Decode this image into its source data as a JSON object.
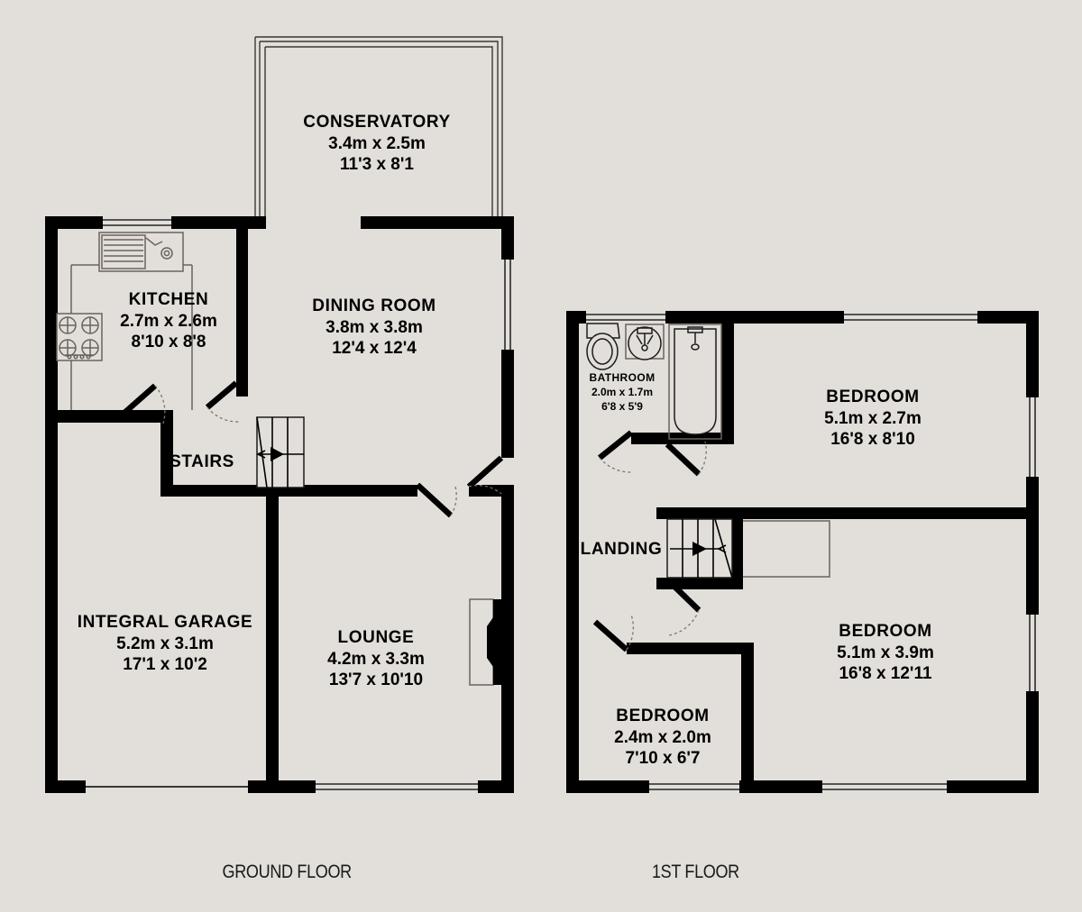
{
  "page": {
    "background_color": "#e2dfda",
    "wall_color": "#000000",
    "text_color": "#000000"
  },
  "floors": [
    {
      "id": "ground",
      "label": "GROUND FLOOR",
      "rooms": [
        {
          "name": "CONSERVATORY",
          "metric": "3.4m x 2.5m",
          "imperial": "11'3 x 8'1"
        },
        {
          "name": "KITCHEN",
          "metric": "2.7m x 2.6m",
          "imperial": "8'10 x 8'8"
        },
        {
          "name": "DINING ROOM",
          "metric": "3.8m x 3.8m",
          "imperial": "12'4 x 12'4"
        },
        {
          "name": "STAIRS",
          "metric": "",
          "imperial": ""
        },
        {
          "name": "INTEGRAL GARAGE",
          "metric": "5.2m x 3.1m",
          "imperial": "17'1 x 10'2"
        },
        {
          "name": "LOUNGE",
          "metric": "4.2m x 3.3m",
          "imperial": "13'7 x 10'10"
        }
      ],
      "fixtures": [
        "sink-with-drainer",
        "cooker-hob-four-rings",
        "staircase-up-arrow",
        "garage-door",
        "bay-window"
      ]
    },
    {
      "id": "first",
      "label": "1ST FLOOR",
      "rooms": [
        {
          "name": "BATHROOM",
          "metric": "2.0m x 1.7m",
          "imperial": "6'8 x 5'9"
        },
        {
          "name": "BEDROOM",
          "metric": "5.1m x 2.7m",
          "imperial": "16'8 x 8'10"
        },
        {
          "name": "LANDING",
          "metric": "",
          "imperial": ""
        },
        {
          "name": "BEDROOM",
          "metric": "5.1m x 3.9m",
          "imperial": "16'8 x 12'11"
        },
        {
          "name": "BEDROOM",
          "metric": "2.4m x 2.0m",
          "imperial": "7'10 x 6'7"
        }
      ],
      "fixtures": [
        "toilet",
        "wash-basin",
        "bath-tub",
        "staircase-down-arrow"
      ]
    }
  ]
}
